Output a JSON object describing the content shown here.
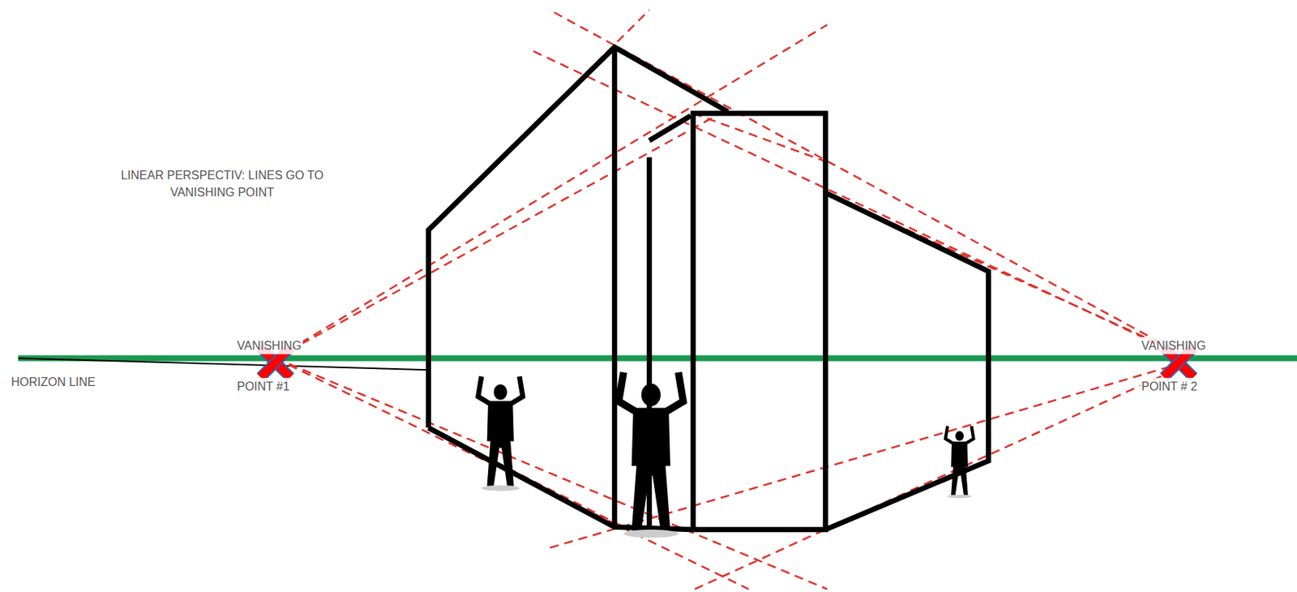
{
  "diagram": {
    "labels": [
      "LINEAR PERSPECTIV: LINES GO TO VANISHING POINT",
      "VANISHING",
      "POINT #1",
      "HORIZON LINE",
      "VANISHING",
      "POINT # 2"
    ]
  }
}
